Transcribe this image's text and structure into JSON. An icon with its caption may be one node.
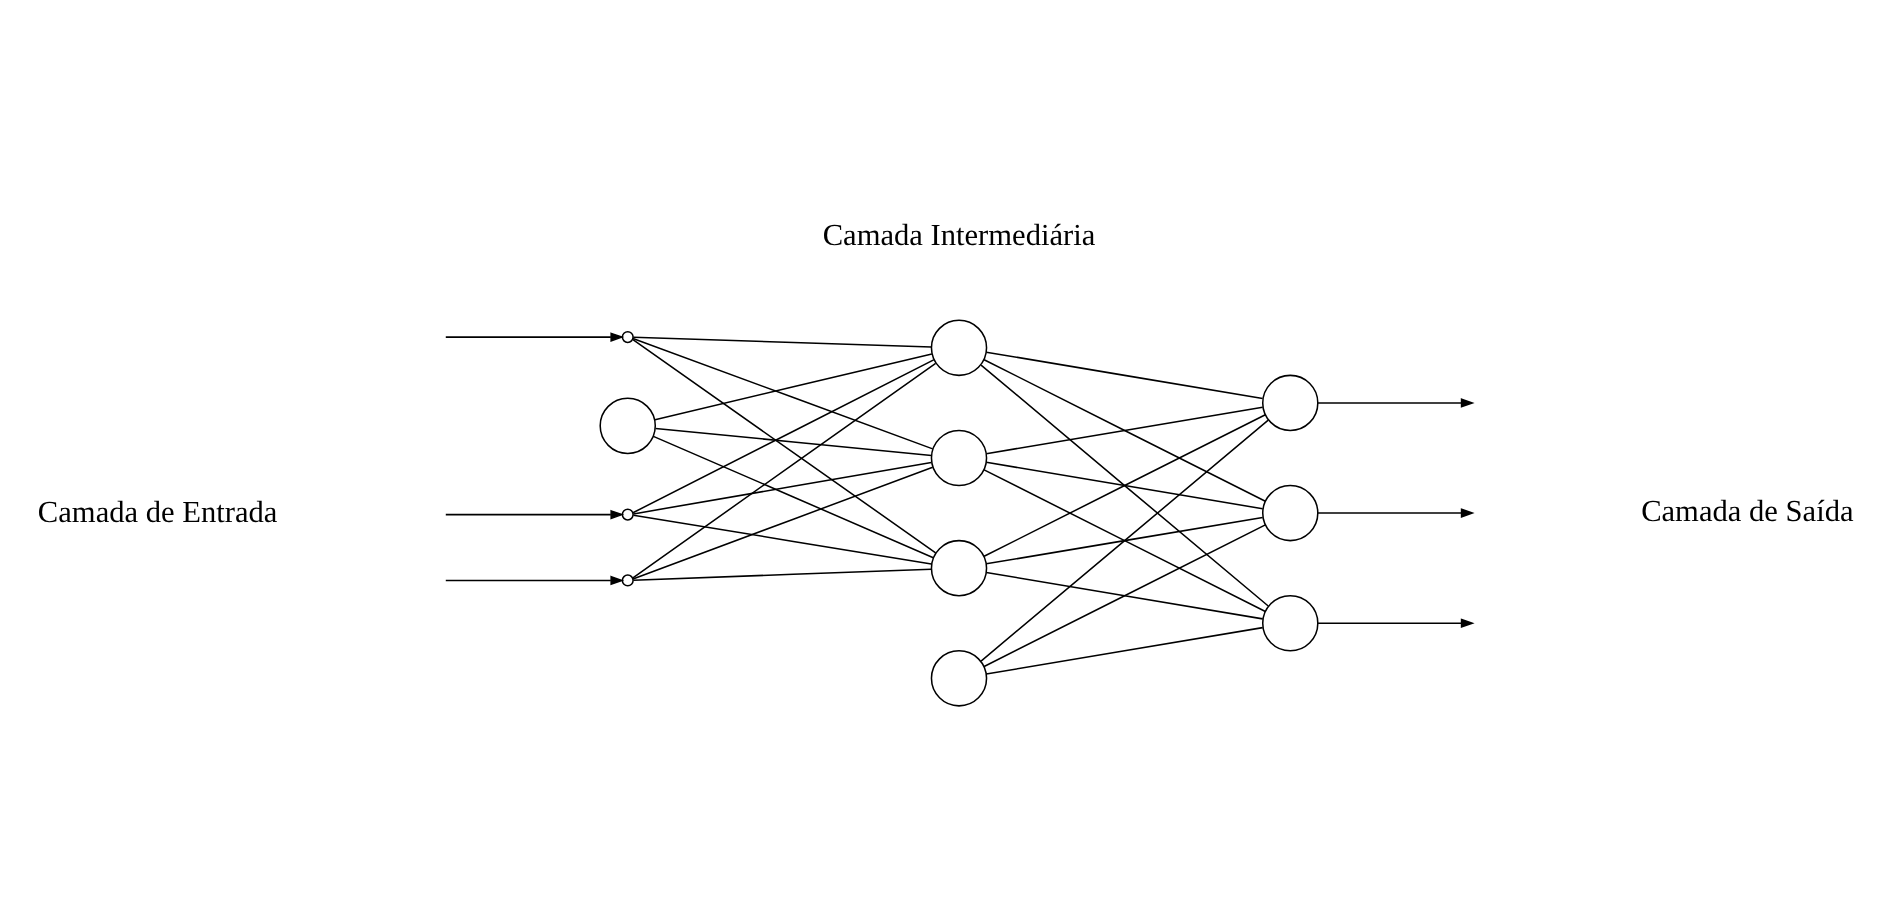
{
  "diagram": {
    "nodes": [
      {
        "text": [],
        "shape": "circle"
      },
      {
        "text": [],
        "shape": "circle"
      },
      {
        "text": [],
        "shape": "circle"
      },
      {
        "text": [],
        "shape": "circle"
      },
      {
        "text": [],
        "shape": "circle"
      },
      {
        "text": [],
        "shape": "circle"
      },
      {
        "text": [],
        "shape": "circle"
      },
      {
        "text": [],
        "shape": "circle"
      },
      {
        "text": [],
        "shape": "circle"
      },
      {
        "text": [],
        "shape": "circle"
      },
      {
        "text": [],
        "shape": "circle"
      }
    ],
    "edges": [
      {
        "from": null,
        "to": 0,
        "arrow": "to"
      },
      {
        "from": null,
        "to": 1,
        "arrow": "to"
      },
      {
        "from": null,
        "to": 2,
        "arrow": "to"
      },
      {
        "from": 0,
        "to": 3,
        "arrow": "none"
      },
      {
        "from": 0,
        "to": 4,
        "arrow": "none"
      },
      {
        "from": 0,
        "to": 5,
        "arrow": "none"
      },
      {
        "from": 1,
        "to": 3,
        "arrow": "none"
      },
      {
        "from": 1,
        "to": 4,
        "arrow": "none"
      },
      {
        "from": 1,
        "to": 5,
        "arrow": "none"
      },
      {
        "from": 2,
        "to": 3,
        "arrow": "none"
      },
      {
        "from": 2,
        "to": 4,
        "arrow": "none"
      },
      {
        "from": 2,
        "to": 5,
        "arrow": "none"
      },
      {
        "from": 9,
        "to": 3,
        "arrow": "none"
      },
      {
        "from": 9,
        "to": 4,
        "arrow": "none"
      },
      {
        "from": 9,
        "to": 5,
        "arrow": "none"
      },
      {
        "from": 3,
        "to": 6,
        "arrow": "none"
      },
      {
        "from": 3,
        "to": 7,
        "arrow": "none"
      },
      {
        "from": 3,
        "to": 8,
        "arrow": "none"
      },
      {
        "from": 4,
        "to": 6,
        "arrow": "none"
      },
      {
        "from": 4,
        "to": 7,
        "arrow": "none"
      },
      {
        "from": 4,
        "to": 8,
        "arrow": "none"
      },
      {
        "from": 5,
        "to": 6,
        "arrow": "none"
      },
      {
        "from": 5,
        "to": 7,
        "arrow": "none"
      },
      {
        "from": 5,
        "to": 8,
        "arrow": "none"
      },
      {
        "from": 10,
        "to": 6,
        "arrow": "none"
      },
      {
        "from": 10,
        "to": 7,
        "arrow": "none"
      },
      {
        "from": 10,
        "to": 8,
        "arrow": "none"
      },
      {
        "from": 6,
        "to": null,
        "arrow": "to"
      },
      {
        "from": 7,
        "to": null,
        "arrow": "to"
      },
      {
        "from": 8,
        "to": null,
        "arrow": "to"
      }
    ],
    "labels": [
      "Camada Intermediária",
      "Camada de Entrada",
      "Camada de Saída"
    ]
  }
}
